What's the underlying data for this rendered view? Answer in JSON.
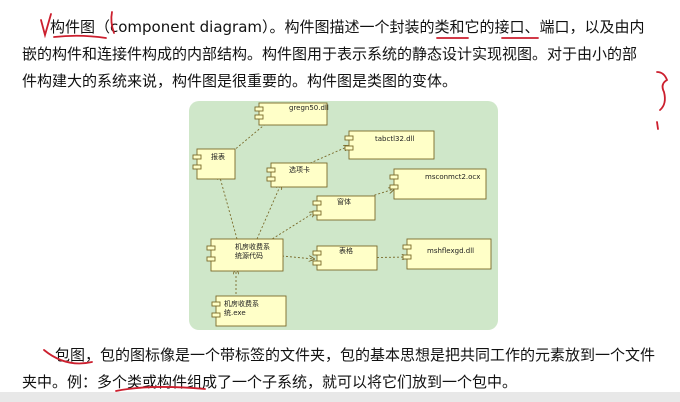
{
  "paragraph1": {
    "line1": "构件图（component diagram）。构件图描述一个封装的类和它的接口、端口，以及由内",
    "line2": "嵌的构件和连接件构成的内部结构。构件图用于表示系统的静态设计实现视图。对于由小的部",
    "line3": "件构建大的系统来说，构件图是很重要的。构件图是类图的变体。"
  },
  "paragraph2": {
    "line1": "包图，包的图标像是一个带标签的文件夹，包的基本思想是把共同工作的元素放到一个文件",
    "line2": "夹中。例：多个类或构件组成了一个子系统，就可以将它们放到一个包中。"
  },
  "diagram": {
    "components": {
      "gregn": "gregn50.dll",
      "baobiao": "报表",
      "tabctl": "tabctl32.dll",
      "xuanxiangka": "选项卡",
      "msconmct": "msconmct2.ocx",
      "chuangti": "窗体",
      "source_l1": "机房收费系",
      "source_l2": "统源代码",
      "biaoge": "表格",
      "mshflex": "mshflexgd.dll",
      "exe_l1": "机房收费系",
      "exe_l2": "统.exe"
    },
    "colors": {
      "background": "#cfe7c9",
      "component_fill": "#ffffc8",
      "component_stroke": "#7a6a2a",
      "arrow": "#7a6a2a"
    }
  },
  "annotation_color": "#cc1f2e"
}
